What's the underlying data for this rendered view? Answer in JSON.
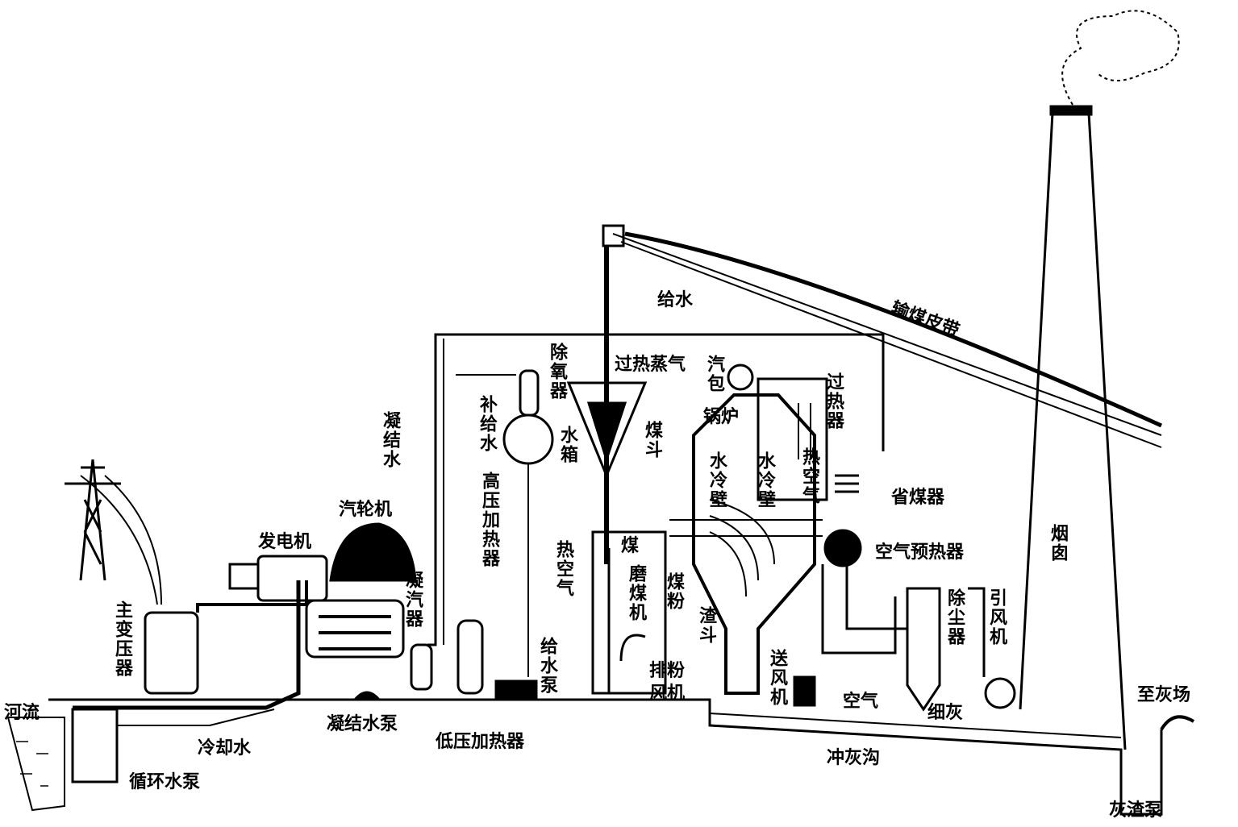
{
  "diagram": {
    "labels": {
      "river": "河流",
      "circulating_pump": "循环水泵",
      "cooling_water": "冷却水",
      "main_transformer": "主变压器",
      "generator": "发电机",
      "turbine": "汽轮机",
      "condenser": "凝汽器",
      "condensate_pump": "凝结水泵",
      "lp_heater": "低压加热器",
      "condensate_water": "凝结水",
      "makeup_water": "补给水",
      "hp_heater": "高压加热器",
      "deaerator": "除氧器",
      "water_tank": "水箱",
      "feed_pump": "给水泵",
      "hot_air_left": "热空气",
      "feed_water": "给水",
      "superheated_steam": "过热蒸气",
      "coal_hopper": "煤斗",
      "coal": "煤",
      "coal_mill": "磨煤机",
      "pulverized_coal": "煤粉",
      "exhauster_line1": "排粉",
      "exhauster_line2": "风机",
      "drum": "汽包",
      "boiler": "锅炉",
      "water_wall_left": "水冷壁",
      "water_wall_right": "水冷壁",
      "slag_hopper": "渣斗",
      "forced_fan": "送风机",
      "superheater": "过热器",
      "hot_air_right": "热空气",
      "economizer": "省煤器",
      "air_preheater": "空气预热器",
      "air": "空气",
      "dust_collector": "除尘器",
      "fine_ash": "细灰",
      "induced_fan": "引风机",
      "chimney": "烟囱",
      "to_ash_yard": "至灰场",
      "ash_sluice": "冲灰沟",
      "ash_pump": "灰渣泵",
      "coal_conveyor": "输煤皮带"
    }
  }
}
